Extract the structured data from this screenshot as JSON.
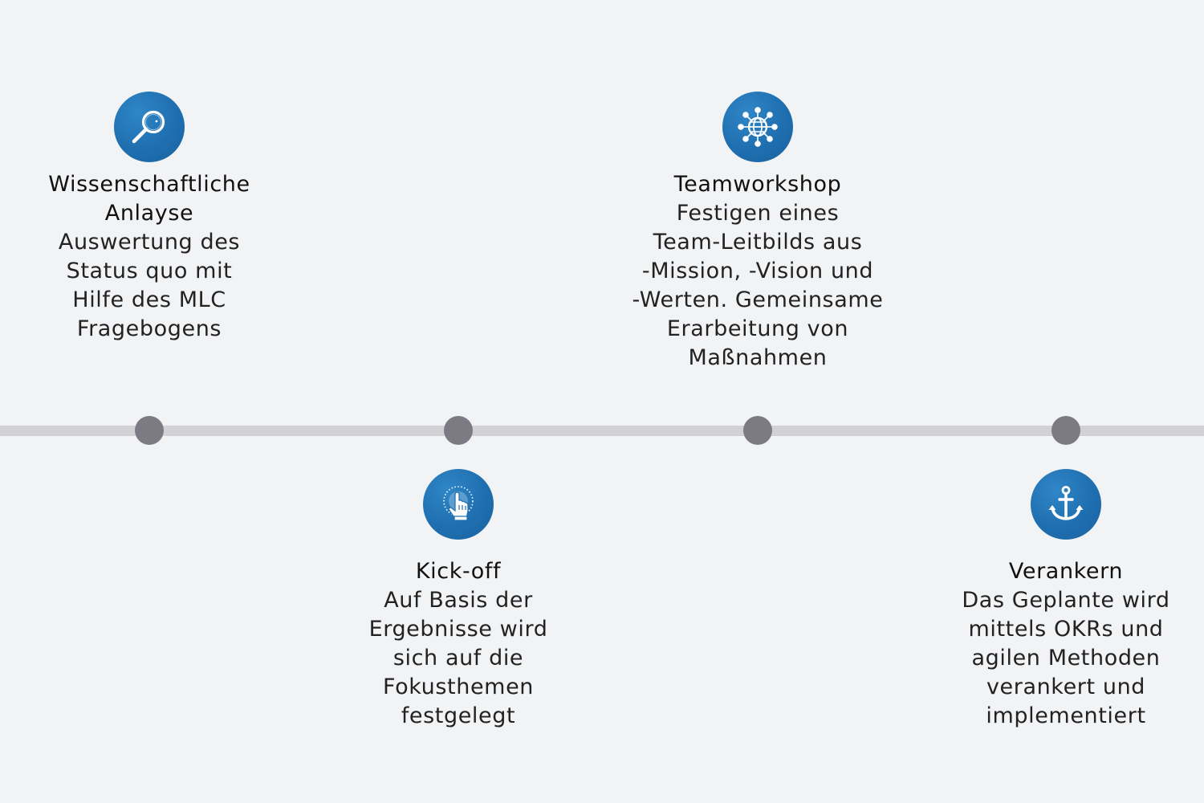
{
  "steps": [
    {
      "title": "Wissenschaftliche Anlayse",
      "title_lines": [
        "Wissenschaftliche",
        "Anlayse"
      ],
      "desc_lines": [
        "Auswertung des",
        "Status quo mit",
        "Hilfe des MLC",
        "Fragebogens"
      ],
      "icon": "magnifier-icon",
      "position": "above"
    },
    {
      "title": "Kick-off",
      "title_lines": [
        "Kick-off"
      ],
      "desc_lines": [
        "Auf Basis der",
        "Ergebnisse wird",
        "sich auf die",
        "Fokusthemen",
        "festgelegt"
      ],
      "icon": "pointer-hand-icon",
      "position": "below"
    },
    {
      "title": "Teamworkshop",
      "title_lines": [
        "Teamworkshop"
      ],
      "desc_lines": [
        "Festigen eines",
        "Team-Leitbilds aus",
        "-Mission, -Vision und",
        "-Werten. Gemeinsame",
        "Erarbeitung von",
        "Maßnahmen"
      ],
      "icon": "globe-network-icon",
      "position": "above"
    },
    {
      "title": "Verankern",
      "title_lines": [
        "Verankern"
      ],
      "desc_lines": [
        "Das Geplante wird",
        "mittels OKRs und",
        "agilen Methoden",
        "verankert und",
        "implementiert"
      ],
      "icon": "anchor-icon",
      "position": "below"
    }
  ],
  "colors": {
    "background": "#f2f3f5",
    "line": "#d2d2d6",
    "dot": "#7c7b83",
    "icon_circle": "#1f6fb0",
    "text": "#1f1f1f"
  }
}
